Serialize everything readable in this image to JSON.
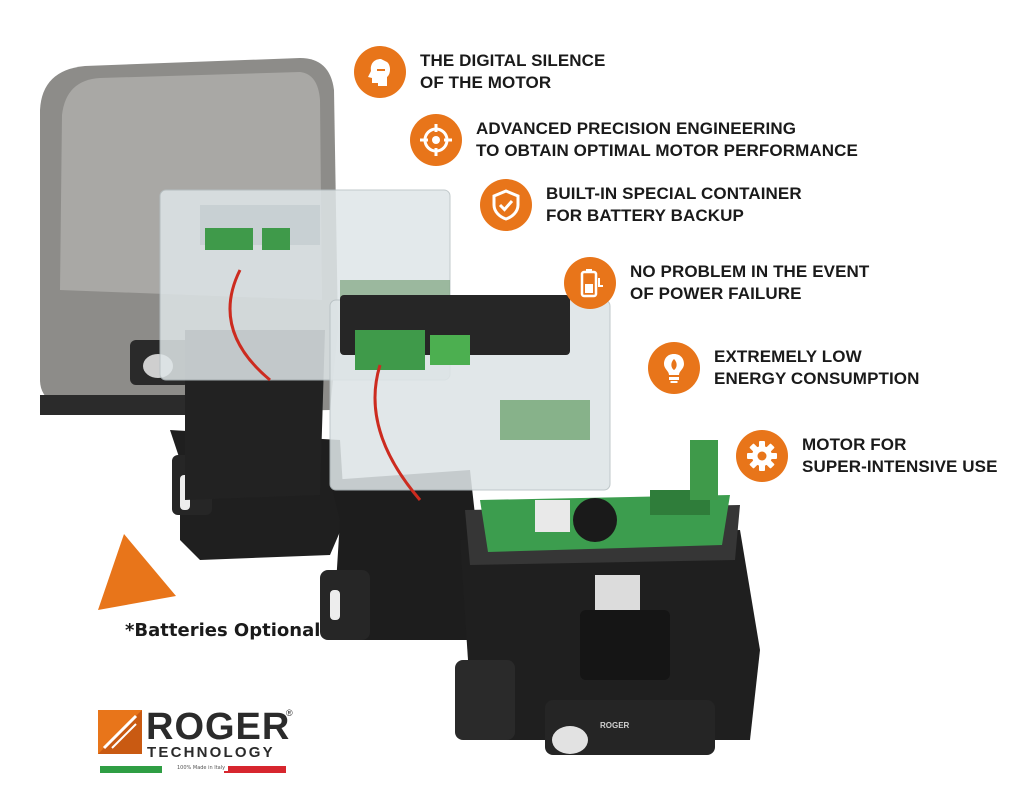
{
  "colors": {
    "accent": "#e8751a",
    "text": "#1a1a1a",
    "italy_green": "#2f9e44",
    "italy_red": "#d7262e"
  },
  "features": [
    {
      "icon": "silence-head-icon",
      "line1": "THE DIGITAL SILENCE",
      "line2": "OF THE MOTOR"
    },
    {
      "icon": "precision-target-icon",
      "line1": "ADVANCED PRECISION ENGINEERING",
      "line2": "TO OBTAIN OPTIMAL MOTOR PERFORMANCE"
    },
    {
      "icon": "shield-check-icon",
      "line1": "BUILT-IN SPECIAL CONTAINER",
      "line2": "FOR BATTERY BACKUP"
    },
    {
      "icon": "battery-plug-icon",
      "line1": "NO PROBLEM IN THE EVENT",
      "line2": "OF POWER FAILURE"
    },
    {
      "icon": "bulb-leaf-icon",
      "line1": "EXTREMELY LOW",
      "line2": "ENERGY CONSUMPTION"
    },
    {
      "icon": "gear-icon",
      "line1": "MOTOR FOR",
      "line2": "SUPER-INTENSIVE USE"
    }
  ],
  "note": "*Batteries Optional",
  "logo": {
    "word1": "ROGER",
    "word2": "TECHNOLOGY",
    "registered": "®",
    "tagline": "100% Made in Italy"
  }
}
